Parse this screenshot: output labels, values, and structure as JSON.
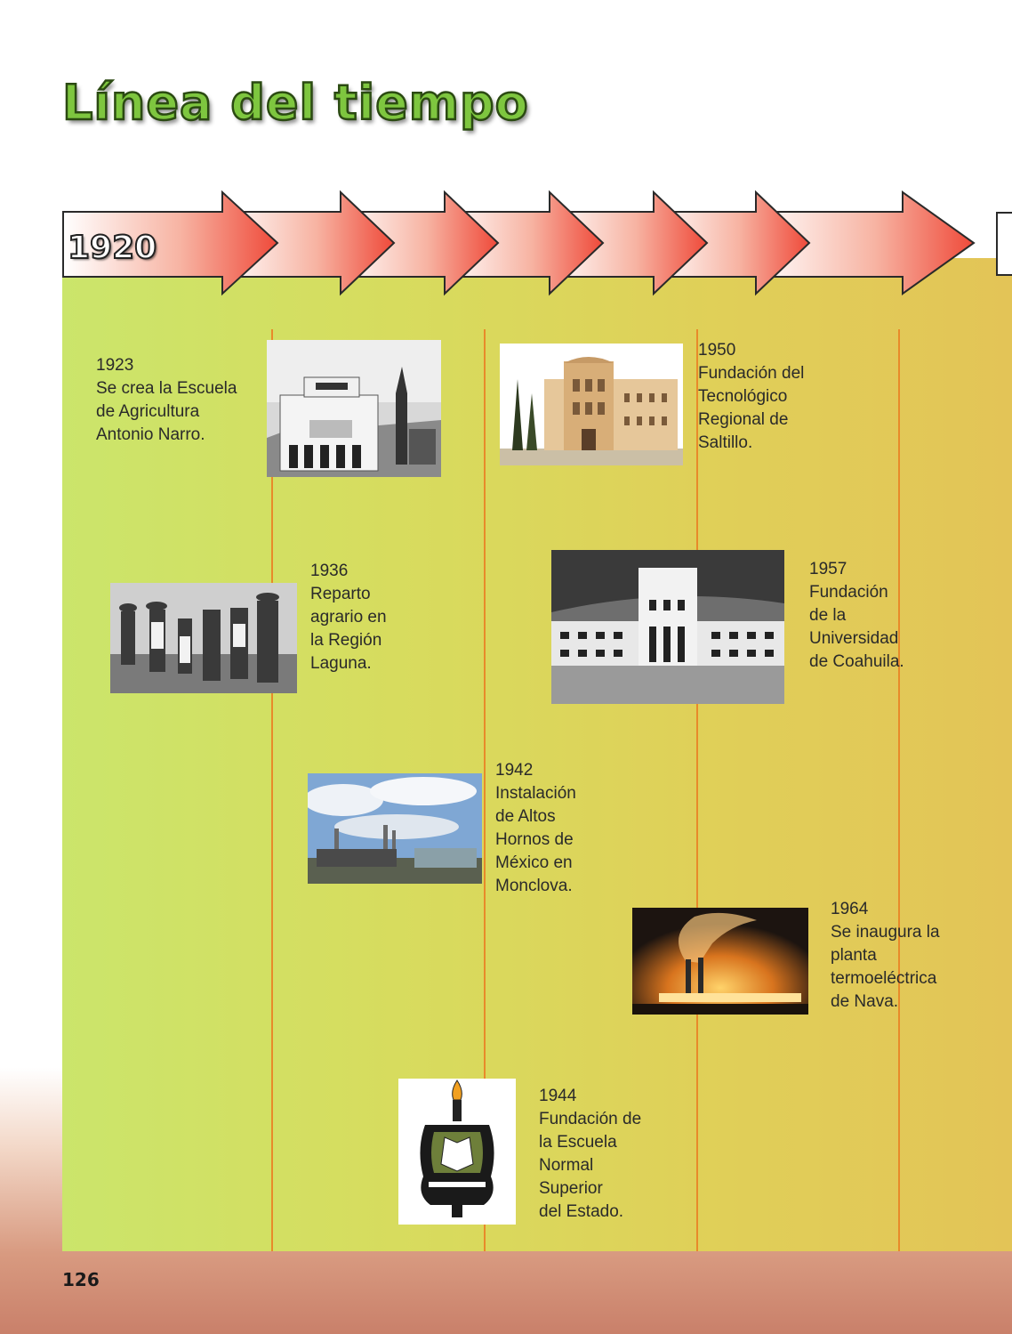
{
  "page": {
    "title": "Línea del tiempo",
    "start_year": "1920",
    "page_number": "126"
  },
  "colors": {
    "title_fill": "#7ec63f",
    "arrow_tip": "#ef4a3a",
    "panel_left": "#cbe56b",
    "panel_right": "#e3c457",
    "divider": "#e88a2a"
  },
  "events": [
    {
      "year": "1923",
      "text": "Se crea la Escuela\nde Agricultura\nAntonio Narro.",
      "photo": "school-building-photo"
    },
    {
      "year": "1936",
      "text": "Reparto\nagrario en\nla Región\nLaguna.",
      "photo": "farmers-group-photo"
    },
    {
      "year": "1942",
      "text": "Instalación\nde Altos\nHornos de\nMéxico en\nMonclova.",
      "photo": "steel-plant-photo"
    },
    {
      "year": "1944",
      "text": "Fundación de\nla Escuela\nNormal\nSuperior\ndel Estado.",
      "photo": "normal-school-emblem"
    },
    {
      "year": "1950",
      "text": "Fundación del\nTecnológico\nRegional de\nSaltillo.",
      "photo": "tecnologico-building-photo"
    },
    {
      "year": "1957",
      "text": "Fundación\nde la\nUniversidad\nde Coahuila.",
      "photo": "university-building-photo"
    },
    {
      "year": "1964",
      "text": "Se inaugura la\nplanta\ntermoeléctrica\nde Nava.",
      "photo": "power-plant-photo"
    }
  ]
}
